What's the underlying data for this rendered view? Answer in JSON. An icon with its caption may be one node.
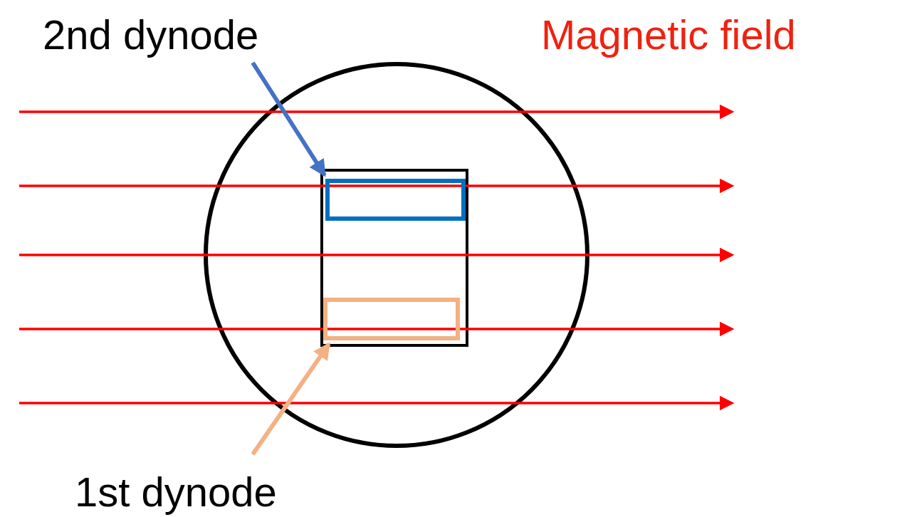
{
  "diagram": {
    "nodes": [
      {
        "text": [
          "2nd dynode"
        ]
      },
      {
        "text": [],
        "shape": "box"
      },
      {
        "text": [
          "1st dynode"
        ]
      },
      {
        "text": [],
        "shape": "box"
      }
    ],
    "edges": [
      {
        "from": 0,
        "to": 1,
        "arrow": "to",
        "color": "#4472c4"
      },
      {
        "from": 2,
        "to": 3,
        "arrow": "to",
        "color": "#f4b183"
      }
    ],
    "labels": [
      "Magnetic field"
    ]
  }
}
